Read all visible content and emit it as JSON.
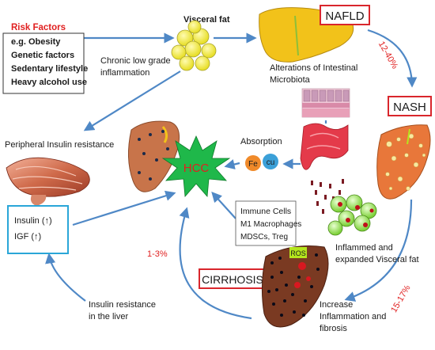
{
  "risk_factors": {
    "title": "Risk Factors",
    "items": [
      "e.g. Obesity",
      "Genetic factors",
      "Sedentary lifestyle",
      "Heavy alcohol use"
    ]
  },
  "labels": {
    "visceral_fat": "Visceral fat",
    "nafld": "NAFLD",
    "nash": "NASH",
    "cirrhosis": "CIRRHOSIS",
    "hcc": "HCC",
    "ros": "ROS",
    "chronic_inflammation_1": "Chronic low grade",
    "chronic_inflammation_2": "inflammation",
    "microbiota_1": "Alterations of Intestinal",
    "microbiota_2": "Microbiota",
    "peripheral_ir": "Peripheral Insulin resistance",
    "absorption": "Absorption",
    "fe": "Fe",
    "cu": "cu",
    "insulin": "Insulin (↑)",
    "igf": "IGF (↑)",
    "immune_1": "Immune Cells",
    "immune_2": "M1 Macrophages",
    "immune_3": "MDSCs, Treg",
    "inflamed_fat_1": "Inflammed and",
    "inflamed_fat_2": "expanded Visceral fat",
    "liver_ir_1": "Insulin resistance",
    "liver_ir_2": "in the liver",
    "increase_1": "Increase",
    "increase_2": "Inflammation and",
    "increase_3": "fibrosis"
  },
  "percentages": {
    "nafld_to_nash": "12-40%",
    "nash_to_cirrhosis": "15-17%",
    "cirrhosis_to_hcc": "1-3%"
  },
  "colors": {
    "arrow": "#4f88c6",
    "risk_title": "#e02020",
    "percent": "#e02020",
    "box_red": "#d9262c",
    "box_cyan": "#2aa6d8",
    "liver_yellow": "#f2c21a",
    "liver_orange": "#e8773a",
    "liver_brown": "#8a4a2a",
    "hcc_star": "#1fb84a",
    "hcc_text": "#e02020",
    "fe_circle": "#f08a2a",
    "cu_circle": "#3ba0d8",
    "ros_box": "#b5e61d"
  },
  "icons": [
    "muscle-illustration",
    "intestine-illustration",
    "fat-cell-cluster",
    "liver-illustration"
  ]
}
